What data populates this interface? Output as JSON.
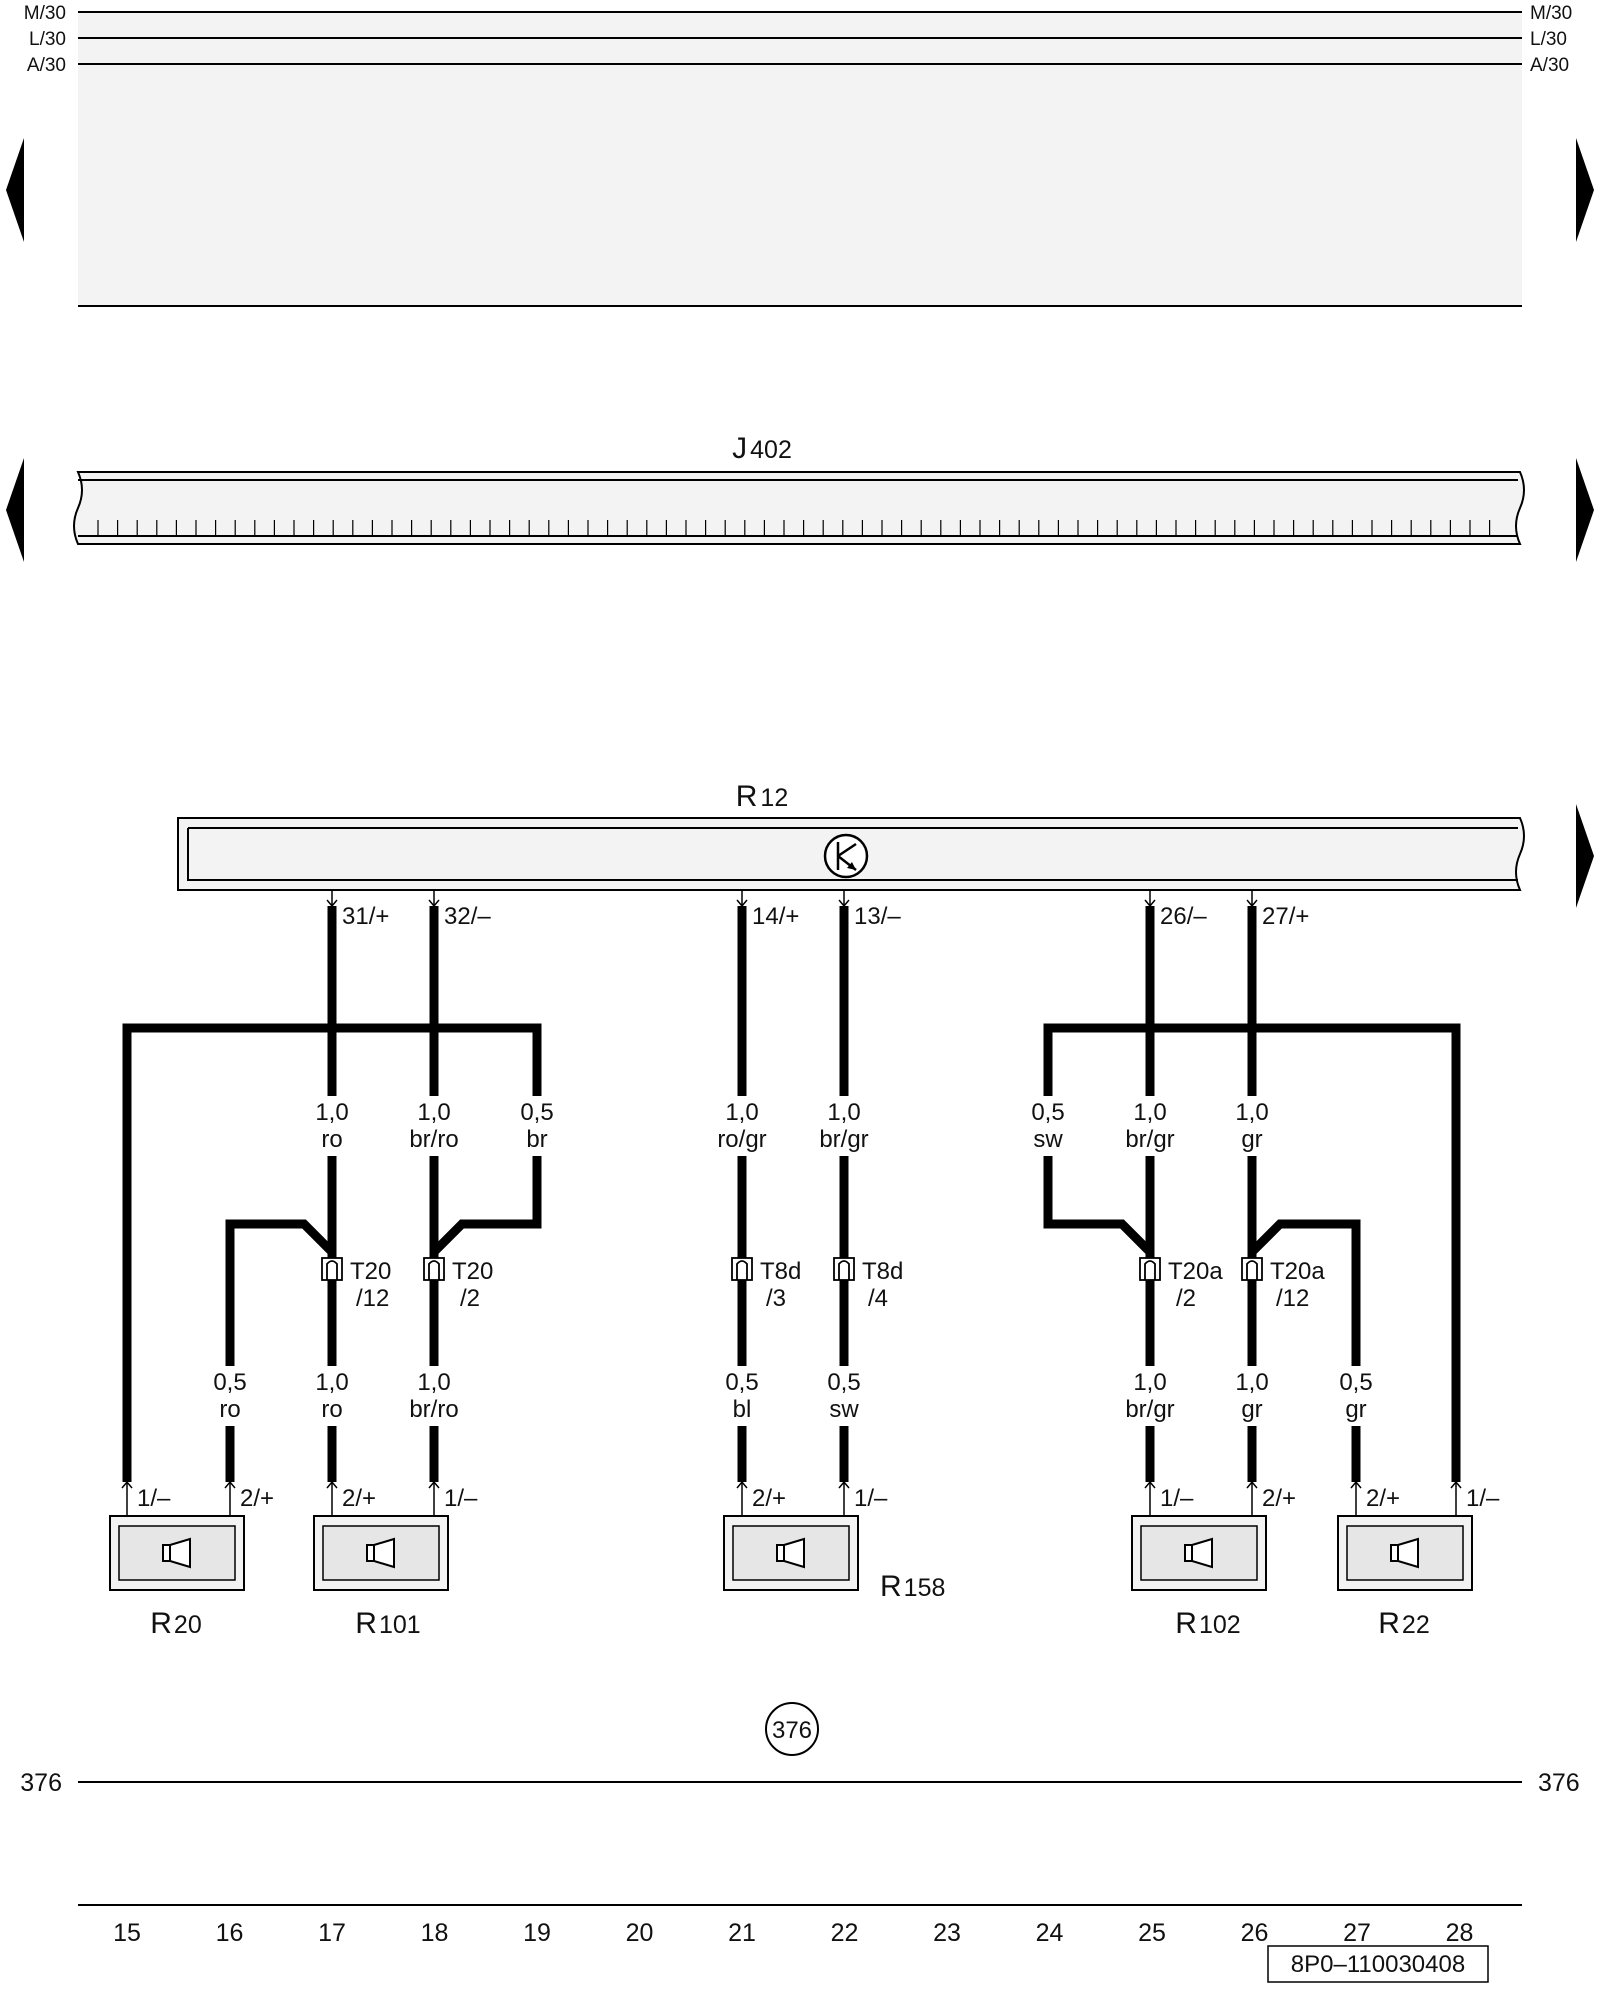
{
  "bus_lines": {
    "left": [
      "M/30",
      "L/30",
      "A/30"
    ],
    "right": [
      "M/30",
      "L/30",
      "A/30"
    ]
  },
  "components": {
    "j402": {
      "letter": "J",
      "number": "402"
    },
    "r12": {
      "letter": "R",
      "number": "12"
    },
    "r20": {
      "letter": "R",
      "number": "20"
    },
    "r101": {
      "letter": "R",
      "number": "101"
    },
    "r158": {
      "letter": "R",
      "number": "158"
    },
    "r102": {
      "letter": "R",
      "number": "102"
    },
    "r22": {
      "letter": "R",
      "number": "22"
    }
  },
  "r12_pins": [
    "31/+",
    "32/–",
    "14/+",
    "13/–",
    "26/–",
    "27/+"
  ],
  "upper_wires": [
    {
      "size": "1,0",
      "color": "ro"
    },
    {
      "size": "1,0",
      "color": "br/ro"
    },
    {
      "size": "0,5",
      "color": "br"
    },
    {
      "size": "1,0",
      "color": "ro/gr"
    },
    {
      "size": "1,0",
      "color": "br/gr"
    },
    {
      "size": "0,5",
      "color": "sw"
    },
    {
      "size": "1,0",
      "color": "br/gr"
    },
    {
      "size": "1,0",
      "color": "gr"
    }
  ],
  "connectors": [
    {
      "name": "T20",
      "pin": "/12"
    },
    {
      "name": "T20",
      "pin": "/2"
    },
    {
      "name": "T8d",
      "pin": "/3"
    },
    {
      "name": "T8d",
      "pin": "/4"
    },
    {
      "name": "T20a",
      "pin": "/2"
    },
    {
      "name": "T20a",
      "pin": "/12"
    }
  ],
  "lower_wires": [
    {
      "size": "0,5",
      "color": "ro"
    },
    {
      "size": "1,0",
      "color": "ro"
    },
    {
      "size": "1,0",
      "color": "br/ro"
    },
    {
      "size": "0,5",
      "color": "bl"
    },
    {
      "size": "0,5",
      "color": "sw"
    },
    {
      "size": "1,0",
      "color": "br/gr"
    },
    {
      "size": "1,0",
      "color": "gr"
    },
    {
      "size": "0,5",
      "color": "gr"
    }
  ],
  "speaker_pins": [
    "1/–",
    "2/+",
    "2/+",
    "1/–",
    "2/+",
    "1/–",
    "1/–",
    "2/+",
    "2/+",
    "1/–"
  ],
  "ground": {
    "left": "376",
    "right": "376",
    "circle": "376"
  },
  "columns": [
    "15",
    "16",
    "17",
    "18",
    "19",
    "20",
    "21",
    "22",
    "23",
    "24",
    "25",
    "26",
    "27",
    "28"
  ],
  "doc_id": "8P0–110030408",
  "colors": {
    "wire": "#000000",
    "panel_fill": "#f3f3f3",
    "component_fill": "#e6e6e6"
  }
}
